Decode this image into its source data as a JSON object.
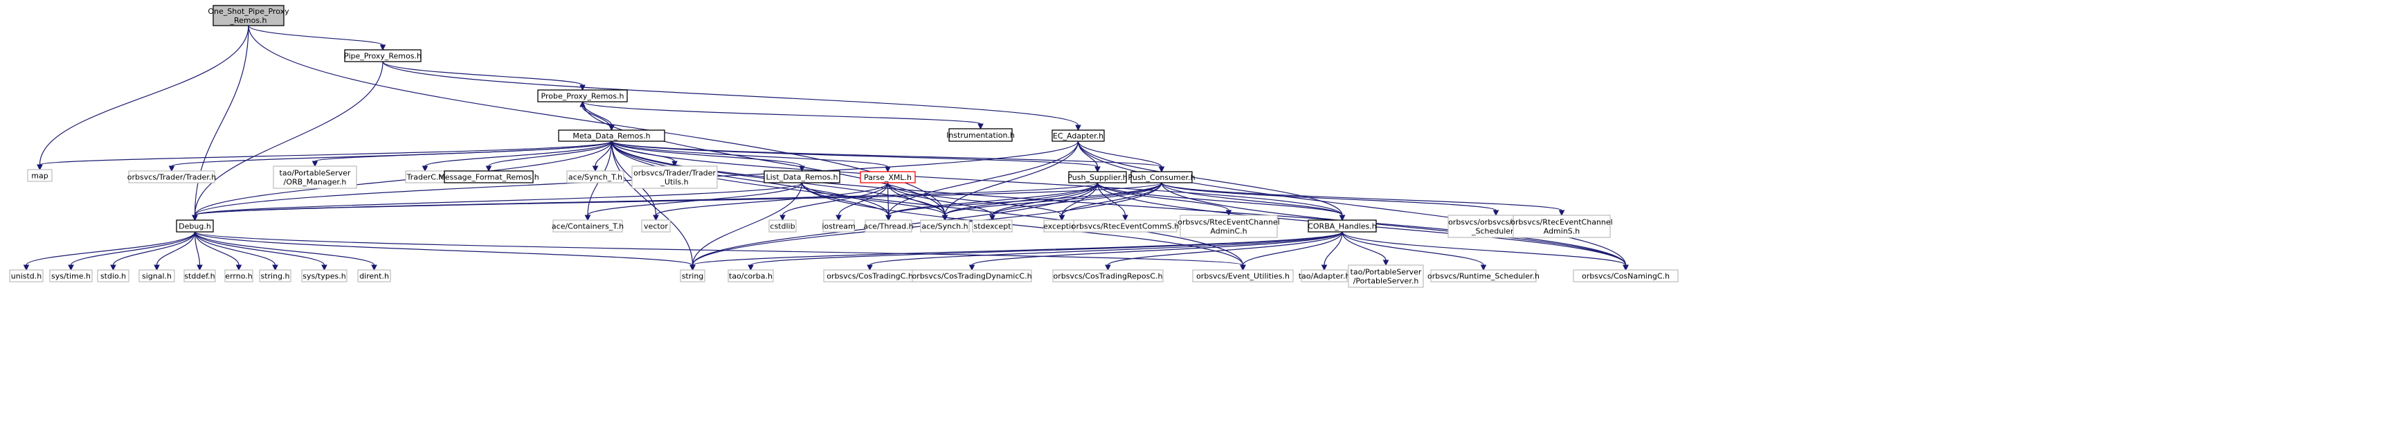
{
  "colors": {
    "edge": "#191970",
    "root_fill": "#bfbfbf",
    "root_border": "#000000",
    "documented_border": "#000000",
    "external_border": "#bfbfbf",
    "error_border": "#ff0000",
    "fill": "#ffffff"
  },
  "nodes": [
    {
      "id": "n0",
      "lines": [
        "One_Shot_Pipe_Proxy",
        "_Remos.h"
      ],
      "kind": "root"
    },
    {
      "id": "n1",
      "lines": [
        "Pipe_Proxy_Remos.h"
      ],
      "kind": "doc"
    },
    {
      "id": "n2",
      "lines": [
        "map"
      ],
      "kind": "ext"
    },
    {
      "id": "n3",
      "lines": [
        "Debug.h"
      ],
      "kind": "doc"
    },
    {
      "id": "n4",
      "lines": [
        "Probe_Proxy_Remos.h"
      ],
      "kind": "doc"
    },
    {
      "id": "n5",
      "lines": [
        "Meta_Data_Remos.h"
      ],
      "kind": "doc"
    },
    {
      "id": "n6",
      "lines": [
        "Instrumentation.h"
      ],
      "kind": "doc"
    },
    {
      "id": "n7",
      "lines": [
        "EC_Adapter.h"
      ],
      "kind": "doc"
    },
    {
      "id": "n8",
      "lines": [
        "orbsvcs/Trader/Trader.h"
      ],
      "kind": "ext"
    },
    {
      "id": "n9",
      "lines": [
        "tao/PortableServer",
        "/ORB_Manager.h"
      ],
      "kind": "ext"
    },
    {
      "id": "n10",
      "lines": [
        "TraderC.h"
      ],
      "kind": "ext"
    },
    {
      "id": "n11",
      "lines": [
        "Message_Format_Remos.h"
      ],
      "kind": "doc"
    },
    {
      "id": "n12",
      "lines": [
        "ace/Synch_T.h"
      ],
      "kind": "ext"
    },
    {
      "id": "n13",
      "lines": [
        "orbsvcs/Trader/Trader",
        "_Utils.h"
      ],
      "kind": "ext"
    },
    {
      "id": "n14",
      "lines": [
        "List_Data_Remos.h"
      ],
      "kind": "doc"
    },
    {
      "id": "n15",
      "lines": [
        "Parse_XML.h"
      ],
      "kind": "error"
    },
    {
      "id": "n16",
      "lines": [
        "Push_Supplier.h"
      ],
      "kind": "doc"
    },
    {
      "id": "n17",
      "lines": [
        "Push_Consumer.h"
      ],
      "kind": "doc"
    },
    {
      "id": "n18",
      "lines": [
        "ace/Containers_T.h"
      ],
      "kind": "ext"
    },
    {
      "id": "n19",
      "lines": [
        "vector"
      ],
      "kind": "ext"
    },
    {
      "id": "n20",
      "lines": [
        "cstdlib"
      ],
      "kind": "ext"
    },
    {
      "id": "n21",
      "lines": [
        "iostream"
      ],
      "kind": "ext"
    },
    {
      "id": "n22",
      "lines": [
        "ace/Thread.h"
      ],
      "kind": "ext"
    },
    {
      "id": "n23",
      "lines": [
        "ace/Synch.h"
      ],
      "kind": "ext"
    },
    {
      "id": "n24",
      "lines": [
        "stdexcept"
      ],
      "kind": "ext"
    },
    {
      "id": "n25",
      "lines": [
        "exception"
      ],
      "kind": "ext"
    },
    {
      "id": "n26",
      "lines": [
        "orbsvcs/RtecEventCommS.h"
      ],
      "kind": "ext"
    },
    {
      "id": "n27",
      "lines": [
        "orbsvcs/RtecEventChannel",
        "AdminC.h"
      ],
      "kind": "ext"
    },
    {
      "id": "n28",
      "lines": [
        "CORBA_Handles.h"
      ],
      "kind": "doc"
    },
    {
      "id": "n29",
      "lines": [
        "orbsvcs/orbsvcs/Runtime",
        "_Scheduler.h"
      ],
      "kind": "ext"
    },
    {
      "id": "n30",
      "lines": [
        "orbsvcs/RtecEventChannel",
        "AdminS.h"
      ],
      "kind": "ext"
    },
    {
      "id": "n31",
      "lines": [
        "unistd.h"
      ],
      "kind": "ext"
    },
    {
      "id": "n32",
      "lines": [
        "sys/time.h"
      ],
      "kind": "ext"
    },
    {
      "id": "n33",
      "lines": [
        "stdio.h"
      ],
      "kind": "ext"
    },
    {
      "id": "n34",
      "lines": [
        "signal.h"
      ],
      "kind": "ext"
    },
    {
      "id": "n35",
      "lines": [
        "stddef.h"
      ],
      "kind": "ext"
    },
    {
      "id": "n36",
      "lines": [
        "errno.h"
      ],
      "kind": "ext"
    },
    {
      "id": "n37",
      "lines": [
        "string.h"
      ],
      "kind": "ext"
    },
    {
      "id": "n38",
      "lines": [
        "sys/types.h"
      ],
      "kind": "ext"
    },
    {
      "id": "n39",
      "lines": [
        "dirent.h"
      ],
      "kind": "ext"
    },
    {
      "id": "n40",
      "lines": [
        "string"
      ],
      "kind": "ext"
    },
    {
      "id": "n41",
      "lines": [
        "tao/corba.h"
      ],
      "kind": "ext"
    },
    {
      "id": "n42",
      "lines": [
        "orbsvcs/CosTradingC.h"
      ],
      "kind": "ext"
    },
    {
      "id": "n43",
      "lines": [
        "orbsvcs/CosTradingDynamicC.h"
      ],
      "kind": "ext"
    },
    {
      "id": "n44",
      "lines": [
        "orbsvcs/CosTradingReposC.h"
      ],
      "kind": "ext"
    },
    {
      "id": "n45",
      "lines": [
        "orbsvcs/Event_Utilities.h"
      ],
      "kind": "ext"
    },
    {
      "id": "n46",
      "lines": [
        "tao/Adapter.h"
      ],
      "kind": "ext"
    },
    {
      "id": "n47",
      "lines": [
        "tao/PortableServer",
        "/PortableServer.h"
      ],
      "kind": "ext"
    },
    {
      "id": "n48",
      "lines": [
        "orbsvcs/Runtime_Scheduler.h"
      ],
      "kind": "ext"
    },
    {
      "id": "n49",
      "lines": [
        "orbsvcs/CosNamingC.h"
      ],
      "kind": "ext"
    }
  ],
  "edges": [
    [
      "n0",
      "n1"
    ],
    [
      "n0",
      "n2"
    ],
    [
      "n0",
      "n3"
    ],
    [
      "n0",
      "n23"
    ],
    [
      "n1",
      "n3"
    ],
    [
      "n1",
      "n4"
    ],
    [
      "n1",
      "n7"
    ],
    [
      "n4",
      "n5"
    ],
    [
      "n4",
      "n6"
    ],
    [
      "n4",
      "n23"
    ],
    [
      "n5",
      "n4"
    ],
    [
      "n5",
      "n2"
    ],
    [
      "n5",
      "n3"
    ],
    [
      "n5",
      "n8"
    ],
    [
      "n5",
      "n9"
    ],
    [
      "n5",
      "n10"
    ],
    [
      "n5",
      "n11"
    ],
    [
      "n5",
      "n12"
    ],
    [
      "n5",
      "n13"
    ],
    [
      "n5",
      "n14"
    ],
    [
      "n5",
      "n15"
    ],
    [
      "n5",
      "n16"
    ],
    [
      "n5",
      "n17"
    ],
    [
      "n5",
      "n18"
    ],
    [
      "n5",
      "n19"
    ],
    [
      "n5",
      "n22"
    ],
    [
      "n5",
      "n23"
    ],
    [
      "n5",
      "n28"
    ],
    [
      "n5",
      "n40"
    ],
    [
      "n5",
      "n45"
    ],
    [
      "n5",
      "n49"
    ],
    [
      "n7",
      "n16"
    ],
    [
      "n7",
      "n17"
    ],
    [
      "n7",
      "n28"
    ],
    [
      "n7",
      "n3"
    ],
    [
      "n7",
      "n22"
    ],
    [
      "n7",
      "n23"
    ],
    [
      "n7",
      "n49"
    ],
    [
      "n14",
      "n3"
    ],
    [
      "n14",
      "n18"
    ],
    [
      "n14",
      "n22"
    ],
    [
      "n14",
      "n23"
    ],
    [
      "n14",
      "n40"
    ],
    [
      "n14",
      "n45"
    ],
    [
      "n15",
      "n19"
    ],
    [
      "n15",
      "n20"
    ],
    [
      "n15",
      "n21"
    ],
    [
      "n15",
      "n22"
    ],
    [
      "n15",
      "n23"
    ],
    [
      "n15",
      "n24"
    ],
    [
      "n15",
      "n25"
    ],
    [
      "n16",
      "n3"
    ],
    [
      "n16",
      "n22"
    ],
    [
      "n16",
      "n23"
    ],
    [
      "n16",
      "n24"
    ],
    [
      "n16",
      "n25"
    ],
    [
      "n16",
      "n26"
    ],
    [
      "n16",
      "n27"
    ],
    [
      "n16",
      "n28"
    ],
    [
      "n16",
      "n40"
    ],
    [
      "n16",
      "n49"
    ],
    [
      "n17",
      "n3"
    ],
    [
      "n17",
      "n22"
    ],
    [
      "n17",
      "n23"
    ],
    [
      "n17",
      "n24"
    ],
    [
      "n17",
      "n25"
    ],
    [
      "n17",
      "n28"
    ],
    [
      "n17",
      "n29"
    ],
    [
      "n17",
      "n30"
    ],
    [
      "n17",
      "n40"
    ],
    [
      "n17",
      "n49"
    ],
    [
      "n28",
      "n40"
    ],
    [
      "n28",
      "n41"
    ],
    [
      "n28",
      "n42"
    ],
    [
      "n28",
      "n43"
    ],
    [
      "n28",
      "n44"
    ],
    [
      "n28",
      "n45"
    ],
    [
      "n28",
      "n46"
    ],
    [
      "n28",
      "n47"
    ],
    [
      "n28",
      "n48"
    ],
    [
      "n28",
      "n49"
    ],
    [
      "n3",
      "n31"
    ],
    [
      "n3",
      "n32"
    ],
    [
      "n3",
      "n33"
    ],
    [
      "n3",
      "n34"
    ],
    [
      "n3",
      "n35"
    ],
    [
      "n3",
      "n36"
    ],
    [
      "n3",
      "n37"
    ],
    [
      "n3",
      "n38"
    ],
    [
      "n3",
      "n39"
    ],
    [
      "n3",
      "n40"
    ],
    [
      "n3",
      "n45"
    ]
  ]
}
